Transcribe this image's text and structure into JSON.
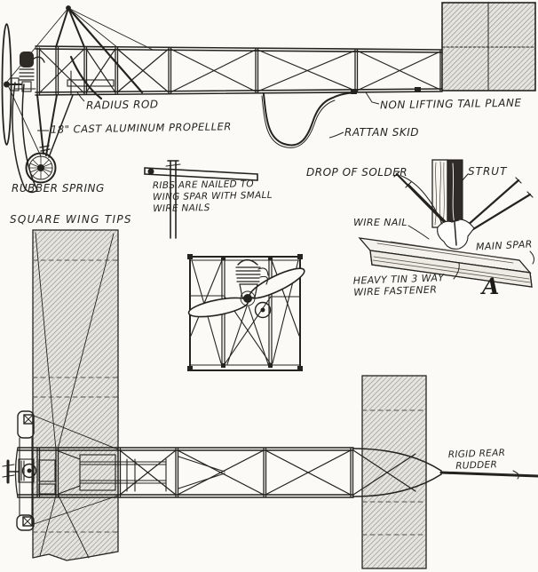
{
  "figure": {
    "description": "Vintage construction plan of a model aeroplane: side elevation, front view, top plan and joint details",
    "paper_color": "#fbfaf7",
    "ink_color": "#25231f",
    "hatch_line_color": "#8e8c87",
    "hatch_bg_color": "#e6e4df"
  },
  "labels": {
    "radius_rod": "RADIUS ROD",
    "propeller": "18\" CAST ALUMINUM PROPELLER",
    "non_lifting_tail_plane": "NON LIFTING TAIL PLANE",
    "rattan_skid": "RATTAN SKID",
    "rubber_spring": "RUBBER SPRING",
    "square_wing_tips": "SQUARE WING TIPS",
    "ribs_note_line1": "RIBS ARE NAILED TO",
    "ribs_note_line2": "WING SPAR WITH SMALL",
    "ribs_note_line3": "WIRE NAILS",
    "drop_of_solder": "DROP OF SOLDER",
    "strut": "STRUT",
    "wire_nail": "WIRE NAIL",
    "main_spar": "MAIN SPAR",
    "fastener_line1": "HEAVY TIN 3 WAY",
    "fastener_line2": "WIRE FASTENER",
    "detail_letter": "A",
    "rudder_line1": "RIGID REAR",
    "rudder_line2": "RUDDER"
  }
}
